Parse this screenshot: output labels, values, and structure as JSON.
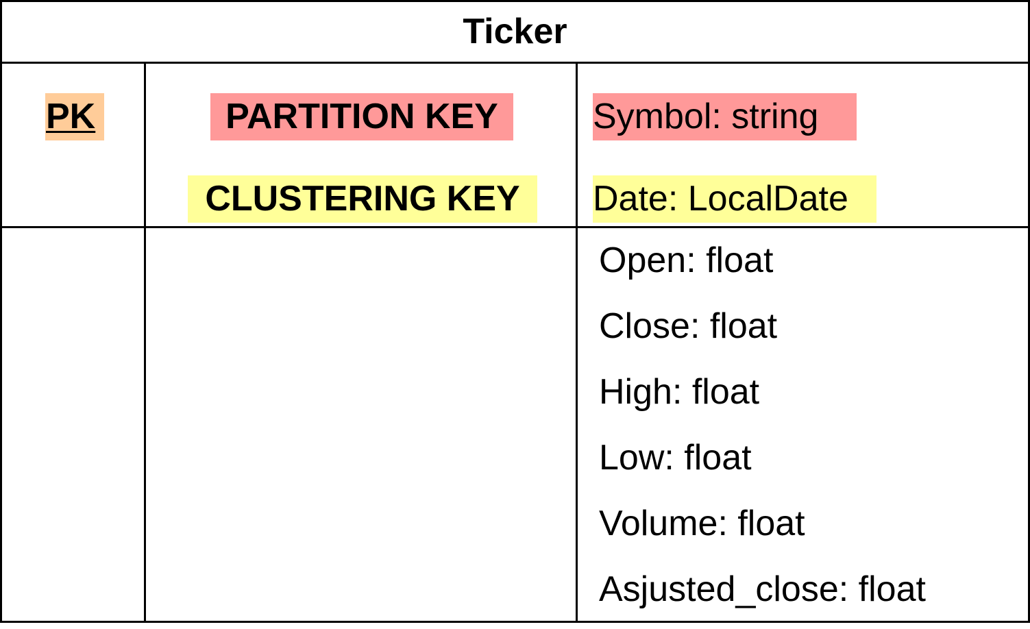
{
  "entity": {
    "title": "Ticker",
    "pk_label": "PK",
    "partition_key_label": "PARTITION KEY",
    "clustering_key_label": "CLUSTERING KEY",
    "partition_key_field": "Symbol: string",
    "clustering_key_field": "Date: LocalDate",
    "attributes": [
      "Open: float",
      "Close: float",
      "High: float",
      "Low: float",
      "Volume: float",
      "Asjusted_close: float"
    ]
  },
  "colors": {
    "pk_highlight": "#ffcc99",
    "partition_highlight": "#ff9999",
    "clustering_highlight": "#ffff99",
    "border": "#000000"
  }
}
